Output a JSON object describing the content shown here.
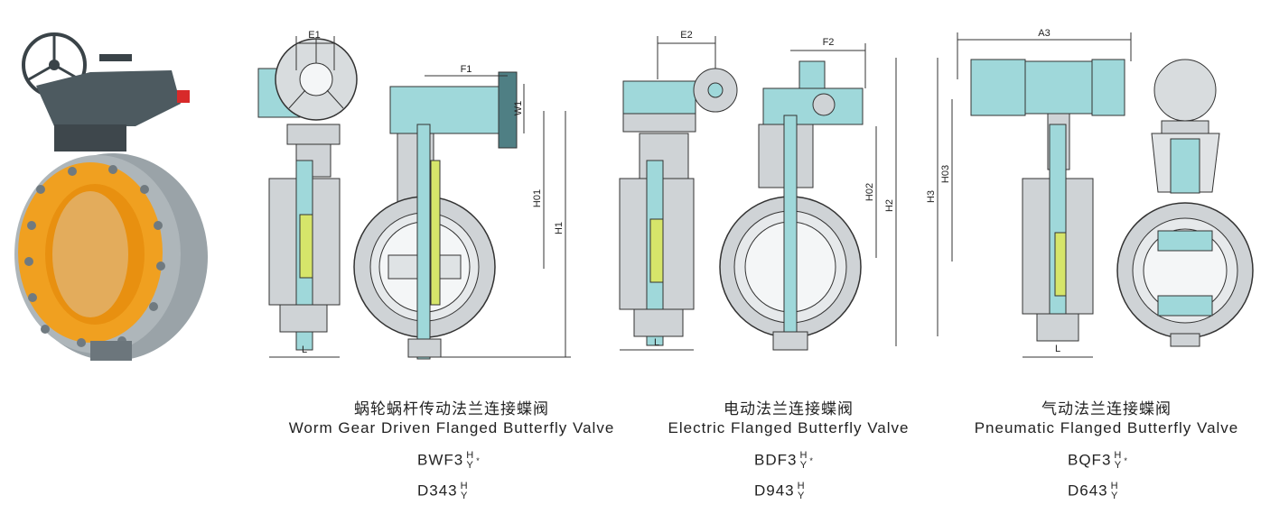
{
  "colors": {
    "body_steel": "#cfd3d6",
    "actuator_cyan": "#9fd8da",
    "actuator_dark": "#4f7f84",
    "disc_yellow": "#d6e56a",
    "dimension_line": "#333333",
    "photo_flange": "#8e989e",
    "photo_orange": "#f0a020"
  },
  "dimensions": {
    "worm": [
      "E1",
      "F1",
      "W1",
      "H01",
      "H1",
      "L"
    ],
    "electric": [
      "E2",
      "F2",
      "H02",
      "H2",
      "L"
    ],
    "pneumatic": [
      "A3",
      "H03",
      "H3",
      "L"
    ]
  },
  "worm_gear": {
    "title_cn": "蜗轮蜗杆传动法兰连接蝶阀",
    "title_en": "Worm Gear Driven  Flanged Butterfly Valve",
    "model1": "BWF3",
    "model1_sup": "H",
    "model1_sub": "Y",
    "model1_star": "*",
    "model2": "D343",
    "model2_sup": "H",
    "model2_sub": "Y"
  },
  "electric": {
    "title_cn": "电动法兰连接蝶阀",
    "title_en": "Electric Flanged Butterfly Valve",
    "model1": "BDF3",
    "model1_sup": "H",
    "model1_sub": "Y",
    "model1_star": "*",
    "model2": "D943",
    "model2_sup": "H",
    "model2_sub": "Y"
  },
  "pneumatic": {
    "title_cn": "气动法兰连接蝶阀",
    "title_en": "Pneumatic Flanged Butterfly Valve",
    "model1": "BQF3",
    "model1_sup": "H",
    "model1_sub": "Y",
    "model1_star": "*",
    "model2": "D643",
    "model2_sup": "H",
    "model2_sub": "Y"
  }
}
